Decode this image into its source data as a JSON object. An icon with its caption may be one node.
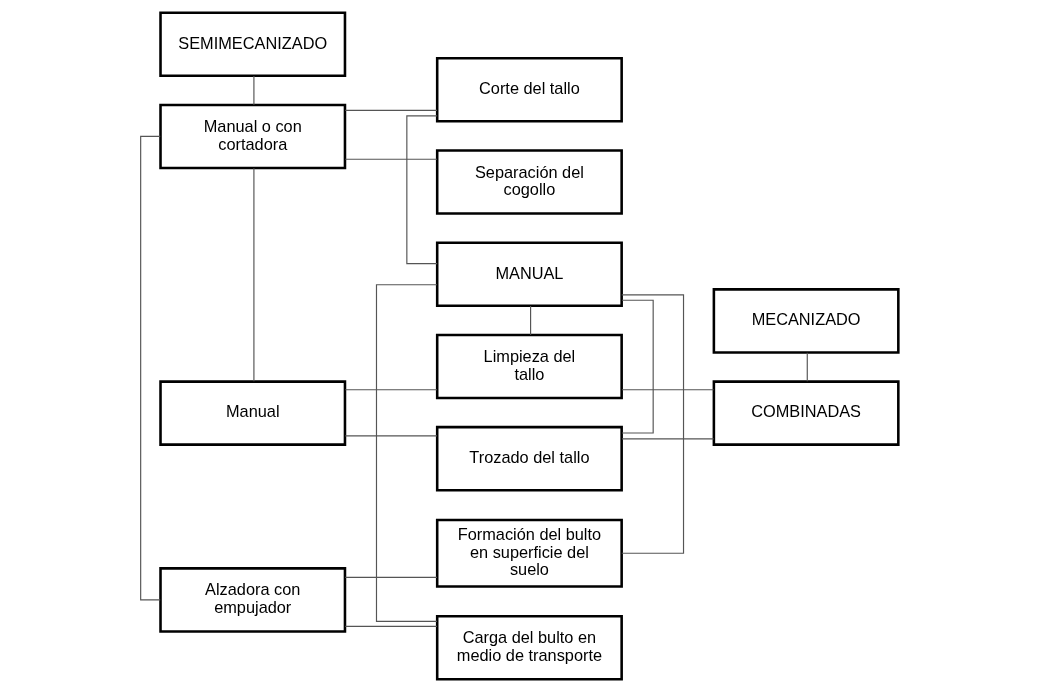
{
  "diagram": {
    "nodes": [
      {
        "text": [
          "SEMIMECANIZADO"
        ]
      },
      {
        "text": [
          "MANUAL"
        ]
      },
      {
        "text": [
          "MECANIZADO"
        ]
      },
      {
        "text": [
          "Manual o con cortadora"
        ]
      },
      {
        "text": [
          "Corte del tallo"
        ]
      },
      {
        "text": [
          "Separación del cogollo"
        ]
      },
      {
        "text": [
          "Manual"
        ]
      },
      {
        "text": [
          "Limpieza del tallo"
        ]
      },
      {
        "text": [
          "Trozado del tallo"
        ]
      },
      {
        "text": [
          "COMBINADAS"
        ]
      },
      {
        "text": [
          "Alzadora con empujador"
        ]
      },
      {
        "text": [
          "Formación del bulto en superficie del suelo"
        ]
      },
      {
        "text": [
          "Carga del bulto en medio de transporte"
        ]
      }
    ],
    "edges": [
      {
        "from": 0,
        "to": 3,
        "arrow": "none"
      },
      {
        "from": 3,
        "to": 6,
        "arrow": "none"
      },
      {
        "from": 3,
        "to": 10,
        "arrow": "none"
      },
      {
        "from": 3,
        "to": 4,
        "arrow": "none"
      },
      {
        "from": 3,
        "to": 5,
        "arrow": "none"
      },
      {
        "from": 6,
        "to": 7,
        "arrow": "none"
      },
      {
        "from": 6,
        "to": 8,
        "arrow": "none"
      },
      {
        "from": 10,
        "to": 11,
        "arrow": "none"
      },
      {
        "from": 10,
        "to": 12,
        "arrow": "none"
      },
      {
        "from": 1,
        "to": 4,
        "arrow": "none"
      },
      {
        "from": 1,
        "to": 7,
        "arrow": "none"
      },
      {
        "from": 1,
        "to": 8,
        "arrow": "none"
      },
      {
        "from": 1,
        "to": 11,
        "arrow": "none"
      },
      {
        "from": 1,
        "to": 12,
        "arrow": "none"
      },
      {
        "from": 7,
        "to": 9,
        "arrow": "none"
      },
      {
        "from": 8,
        "to": 9,
        "arrow": "none"
      },
      {
        "from": 2,
        "to": 9,
        "arrow": "none"
      }
    ]
  }
}
